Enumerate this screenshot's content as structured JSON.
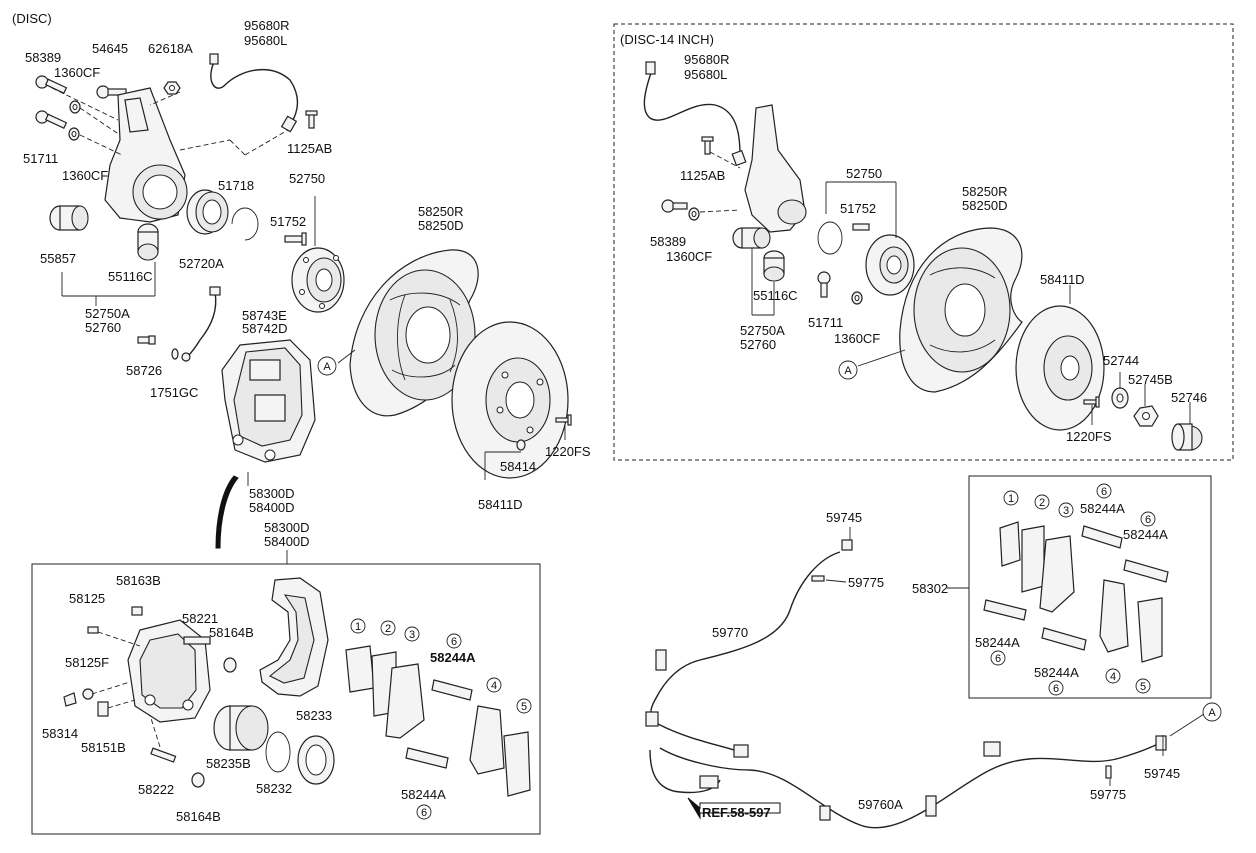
{
  "headers": {
    "disc": "(DISC)",
    "disc14": "(DISC-14 INCH)"
  },
  "left_labels": {
    "p58389": "58389",
    "p54645": "54645",
    "p62618A": "62618A",
    "p1360CF_a": "1360CF",
    "p51711": "51711",
    "p1360CF_b": "1360CF",
    "p95680R": "95680R",
    "p95680L": "95680L",
    "p1125AB": "1125AB",
    "p51718": "51718",
    "p52750": "52750",
    "p51752": "51752",
    "p52720A": "52720A",
    "p55857": "55857",
    "p55116C": "55116C",
    "p52750A": "52750A",
    "p52760": "52760",
    "p58743E": "58743E",
    "p58742D": "58742D",
    "p58726": "58726",
    "p1751GC": "1751GC",
    "p58250R": "58250R",
    "p58250D": "58250D",
    "pA": "A",
    "p58414": "58414",
    "p1220FS": "1220FS",
    "p58411D": "58411D",
    "p58300D": "58300D",
    "p58400D": "58400D"
  },
  "caliper_box": {
    "p58300D": "58300D",
    "p58400D": "58400D",
    "p58163B": "58163B",
    "p58125": "58125",
    "p58221": "58221",
    "p58164B_a": "58164B",
    "p58125F": "58125F",
    "p58314": "58314",
    "p58151B": "58151B",
    "p58235B": "58235B",
    "p58222": "58222",
    "p58232": "58232",
    "p58164B_b": "58164B",
    "p58233": "58233",
    "p58244A_a": "58244A",
    "p58244A_b": "58244A",
    "c1": "1",
    "c2": "2",
    "c3": "3",
    "c4": "4",
    "c5": "5",
    "c6a": "6",
    "c6b": "6"
  },
  "right_labels": {
    "p95680R": "95680R",
    "p95680L": "95680L",
    "p1125AB": "1125AB",
    "p52750": "52750",
    "p51752": "51752",
    "p58250R": "58250R",
    "p58250D": "58250D",
    "p58389": "58389",
    "p1360CF_a": "1360CF",
    "p55116C": "55116C",
    "p52750A": "52750A",
    "p52760": "52760",
    "p51711": "51711",
    "p1360CF_b": "1360CF",
    "pA": "A",
    "p58411D": "58411D",
    "p52744": "52744",
    "p52745B": "52745B",
    "p52746": "52746",
    "p1220FS": "1220FS"
  },
  "pad_box": {
    "p58302": "58302",
    "p58244A_a": "58244A",
    "p58244A_b": "58244A",
    "p58244A_c": "58244A",
    "p58244A_d": "58244A",
    "c1": "1",
    "c2": "2",
    "c3": "3",
    "c4": "4",
    "c5": "5",
    "c6a": "6",
    "c6b": "6",
    "c6c": "6",
    "c6d": "6"
  },
  "cable_labels": {
    "p59745_a": "59745",
    "p59775_a": "59775",
    "p59770": "59770",
    "p59760A": "59760A",
    "p59745_b": "59745",
    "p59775_b": "59775",
    "pA": "A",
    "ref": "REF.58-597"
  }
}
